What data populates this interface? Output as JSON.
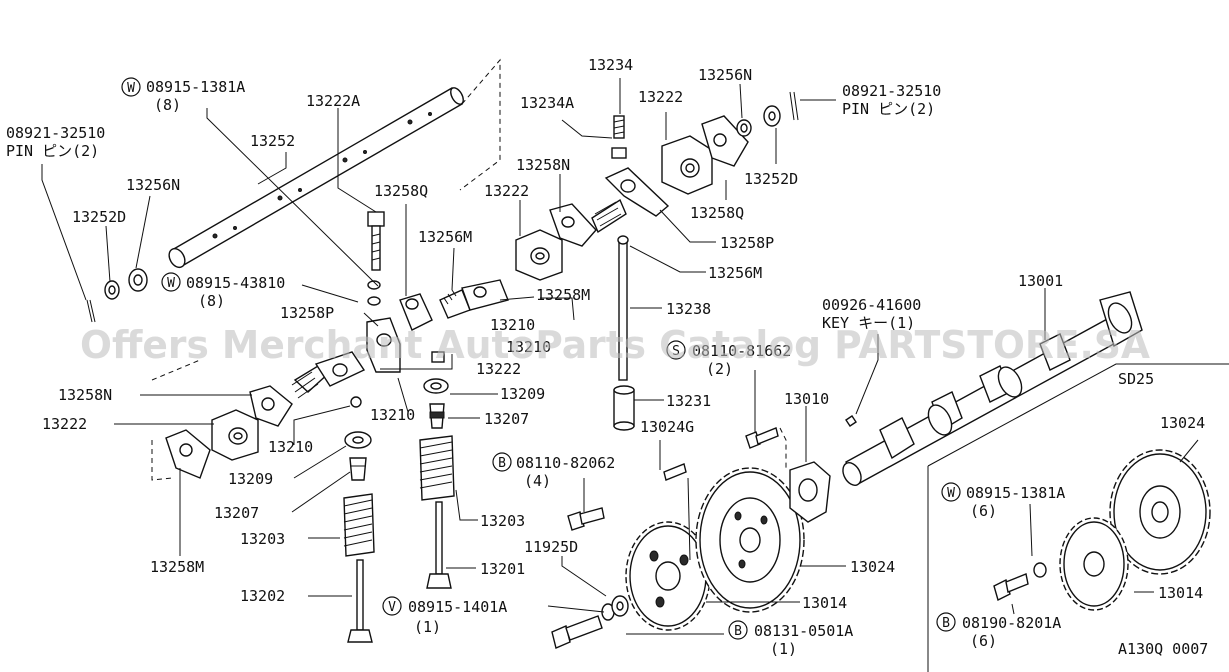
{
  "labels": {
    "w_bolt_a": "08915-1381A",
    "w_bolt_a_qty": "(8)",
    "shaft_a": "13222A",
    "shaft": "13252",
    "pin_left": "08921-32510",
    "pin_left_name": "PIN ピン(2)",
    "plug_left": "13256N",
    "washer_left": "13252D",
    "w_bolt_b": "08915-43810",
    "w_bolt_b_qty": "(8)",
    "spring_q_top": "13258Q",
    "spring_m_top": "13256M",
    "rocker_p": "13258P",
    "rocker_m": "13258M",
    "cap_a": "13210",
    "cap_b": "13210",
    "rocker_n_left": "13258N",
    "bracket_left": "13222",
    "bracket_mid": "13222",
    "label_13210_lower": "13210",
    "retainer_lower": "13209",
    "retainer_upper": "13209",
    "seat_lower": "13207",
    "seat_upper": "13207",
    "spring_lower": "13203",
    "spring_upper": "13203",
    "valve_exh": "13202",
    "valve_int": "13201",
    "rocker_m_lower": "13258M",
    "adjuster": "13234",
    "adjuster_a": "13234A",
    "bracket_top": "13222",
    "plug_right": "13256N",
    "pin_right": "08921-32510",
    "pin_right_name": "PIN ピン(2)",
    "rocker_n_mid": "13258N",
    "bracket_mid2": "13222",
    "washer_right": "13252D",
    "spring_q_right": "13258Q",
    "rocker_p_right": "13258P",
    "spring_m_right": "13256M",
    "pushrod": "13238",
    "s_bolt": "08110-81662",
    "s_bolt_qty": "(2)",
    "lifter": "13231",
    "dowel": "13024G",
    "b_bolt_a": "08110-82062",
    "b_bolt_a_qty": "(4)",
    "spacer": "11925D",
    "v_bolt": "08915-1401A",
    "v_bolt_qty": "(1)",
    "sprocket_small": "13014",
    "b_bolt_b": "08131-0501A",
    "b_bolt_b_qty": "(1)",
    "sprocket_big": "13024",
    "plate": "13010",
    "key": "00926-41600",
    "key_name": "KEY キー(1)",
    "camshaft": "13001",
    "variant": "SD25",
    "inset_sprocket_big": "13024",
    "inset_w_bolt": "08915-1381A",
    "inset_w_bolt_qty": "(6)",
    "inset_sprocket_small": "13014",
    "inset_b_bolt": "08190-8201A",
    "inset_b_bolt_qty": "(6)",
    "diagram_code": "A130Q 0007"
  },
  "circled_markers": {
    "w1": "W",
    "w2": "W",
    "s": "S",
    "b1": "B",
    "v": "V",
    "b2": "B",
    "w3": "W",
    "b3": "B"
  },
  "watermark": "Offers Merchant AutoParts Catalog PARTSTORE.SA"
}
